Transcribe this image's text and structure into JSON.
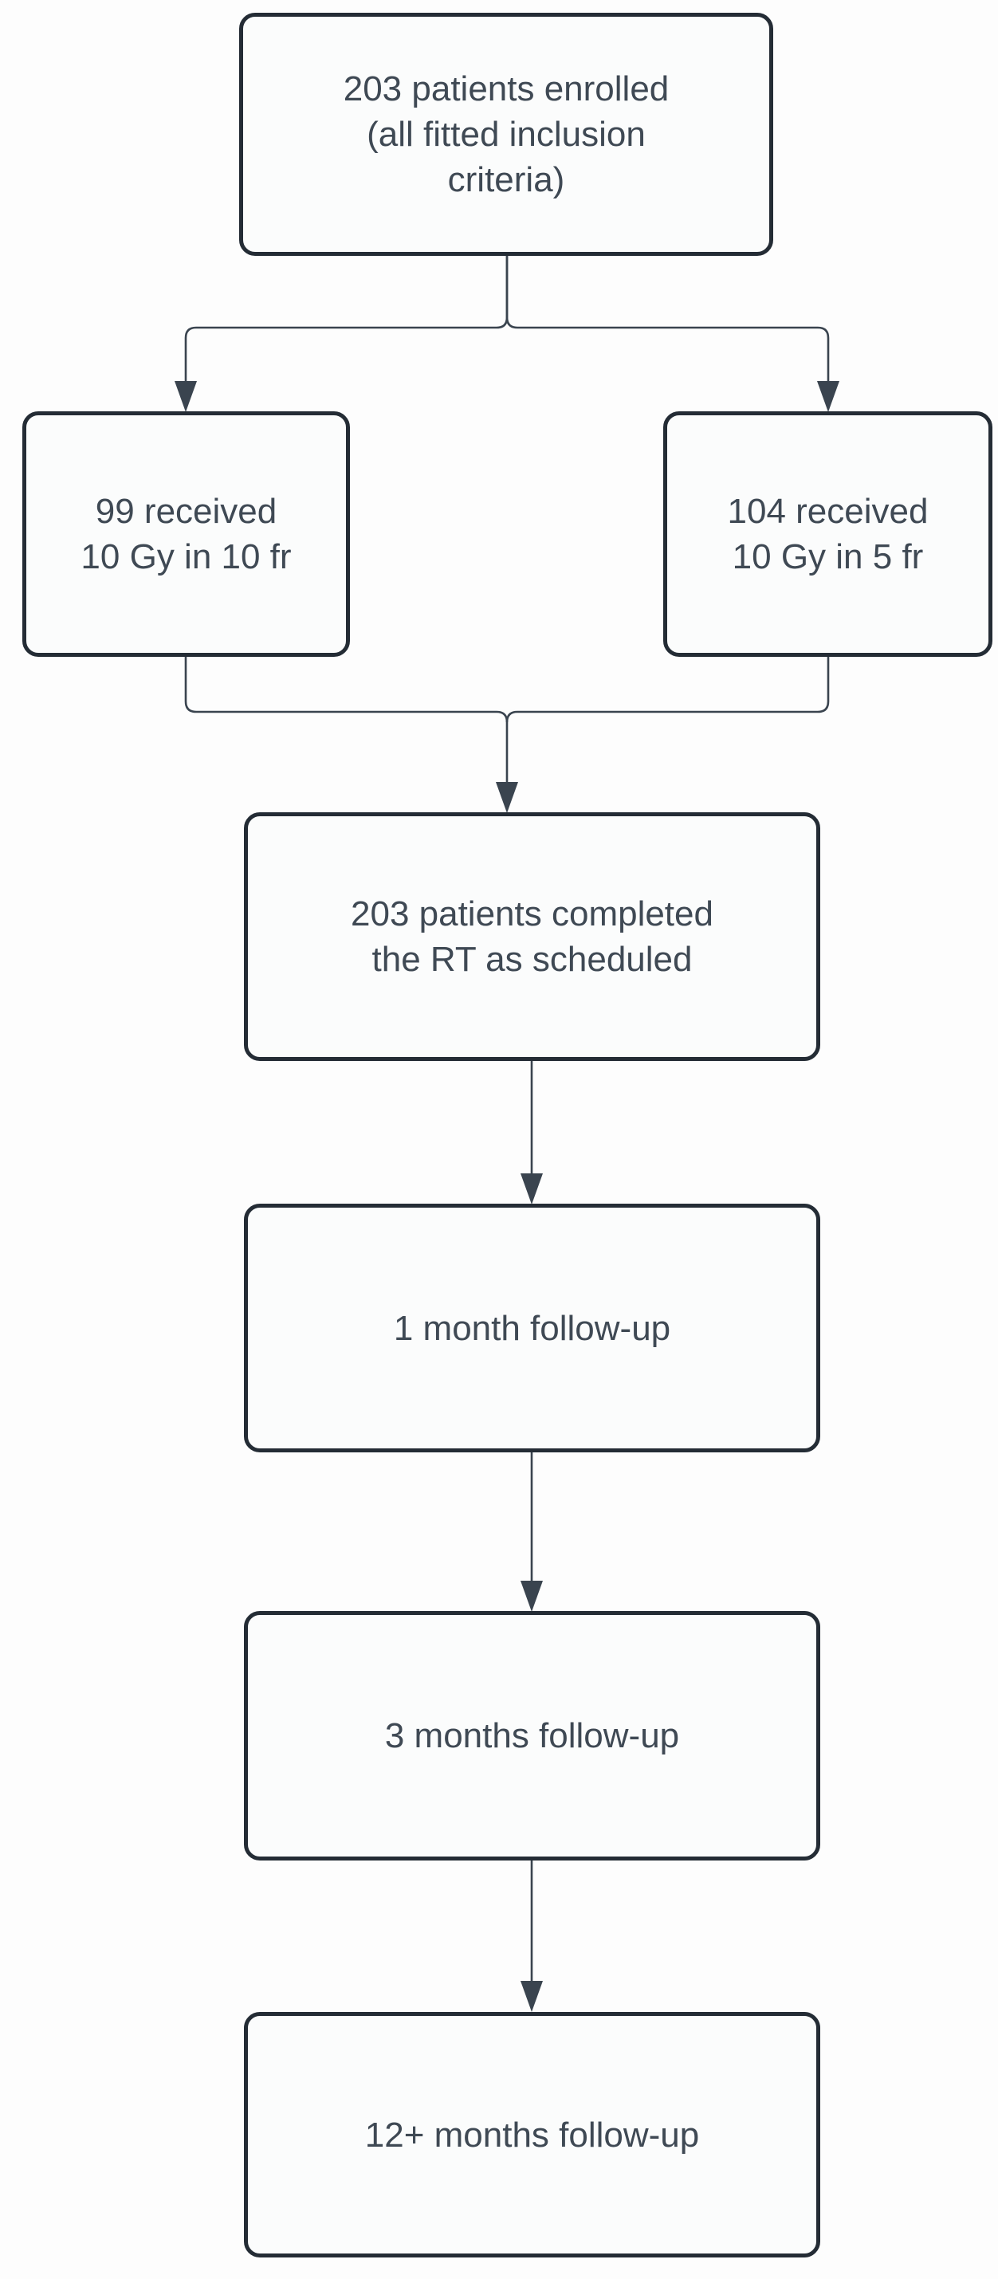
{
  "diagram": {
    "type": "flowchart",
    "nodes": [
      {
        "id": "enrolled",
        "lines": [
          "203 patients enrolled",
          "(all fitted inclusion",
          "criteria)"
        ]
      },
      {
        "id": "arm-10fr",
        "lines": [
          "99 received",
          "10 Gy in 10 fr"
        ]
      },
      {
        "id": "arm-5fr",
        "lines": [
          "104 received",
          "10 Gy in 5 fr"
        ]
      },
      {
        "id": "completed-rt",
        "lines": [
          "203 patients completed",
          "the RT as scheduled"
        ]
      },
      {
        "id": "fu-1-month",
        "lines": [
          "1 month follow-up"
        ]
      },
      {
        "id": "fu-3-months",
        "lines": [
          "3 months follow-up"
        ]
      },
      {
        "id": "fu-12-months",
        "lines": [
          "12+ months follow-up"
        ]
      }
    ],
    "edges": [
      {
        "from": "enrolled",
        "to": "arm-10fr"
      },
      {
        "from": "enrolled",
        "to": "arm-5fr"
      },
      {
        "from": "arm-10fr",
        "to": "completed-rt"
      },
      {
        "from": "arm-5fr",
        "to": "completed-rt"
      },
      {
        "from": "completed-rt",
        "to": "fu-1-month"
      },
      {
        "from": "fu-1-month",
        "to": "fu-3-months"
      },
      {
        "from": "fu-3-months",
        "to": "fu-12-months"
      }
    ],
    "colors": {
      "node_border": "#242c35",
      "node_fill": "#fbfcfc",
      "connector": "#3a444f",
      "text": "#3f4954",
      "background": "#fdfdfd"
    }
  }
}
